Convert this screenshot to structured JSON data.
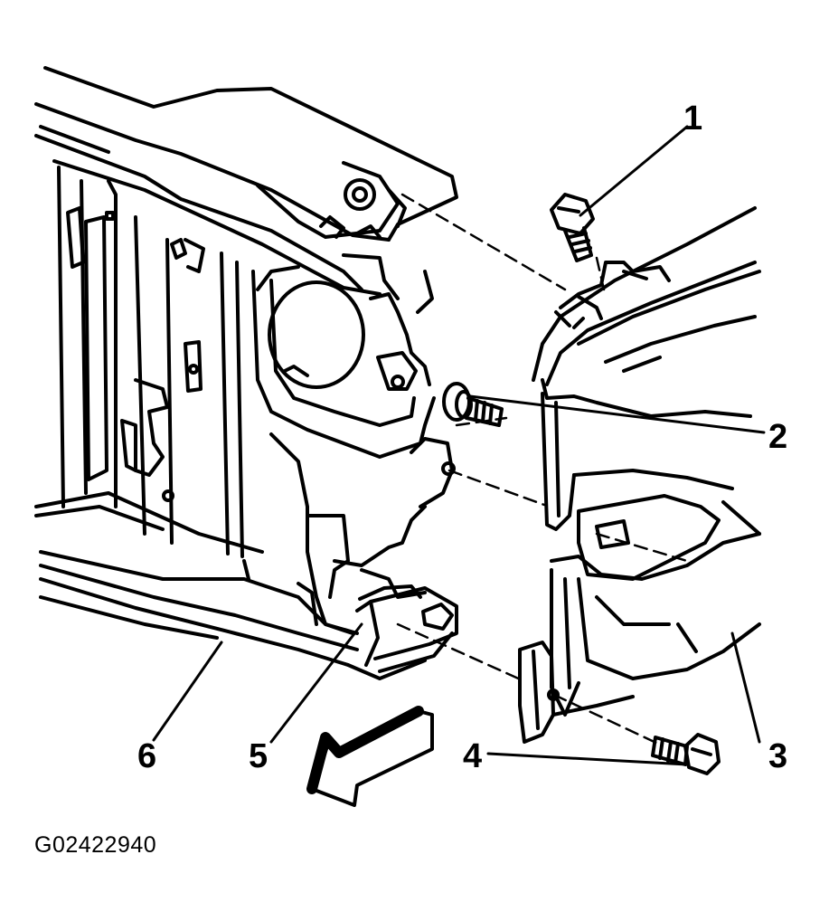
{
  "callouts": [
    {
      "id": "1",
      "label": "1"
    },
    {
      "id": "2",
      "label": "2"
    },
    {
      "id": "3",
      "label": "3"
    },
    {
      "id": "4",
      "label": "4"
    },
    {
      "id": "5",
      "label": "5"
    },
    {
      "id": "6",
      "label": "6"
    }
  ],
  "figure_id": "G02422940",
  "colors": {
    "line": "#000000",
    "background": "#ffffff"
  }
}
